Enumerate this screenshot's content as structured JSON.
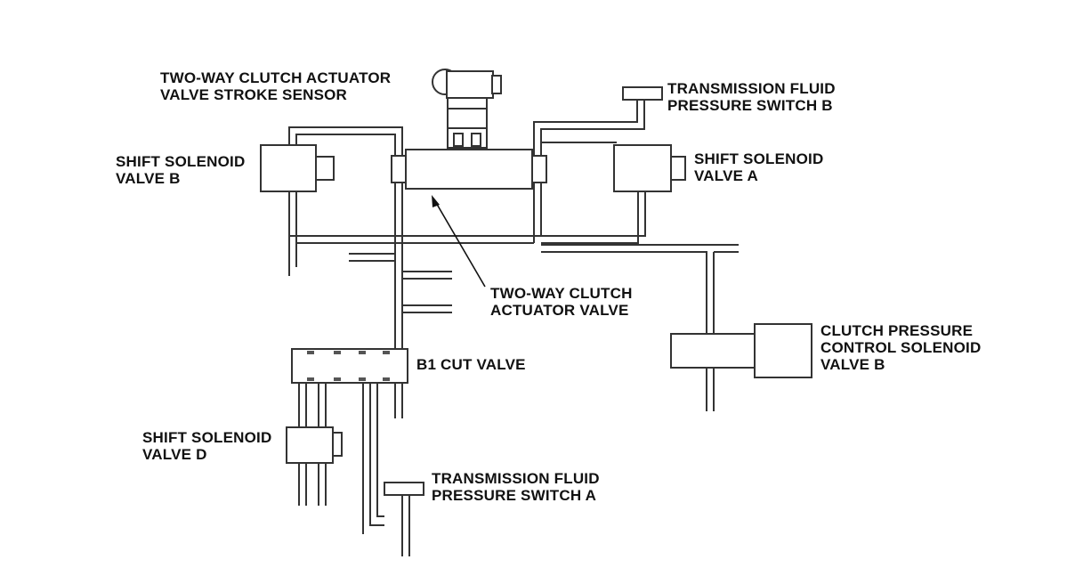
{
  "labels": {
    "stroke_sensor": [
      "TWO-WAY CLUTCH ACTUATOR",
      "VALVE STROKE SENSOR"
    ],
    "tfps_b": [
      "TRANSMISSION FLUID",
      "PRESSURE SWITCH B"
    ],
    "ssv_b": [
      "SHIFT SOLENOID",
      "VALVE B"
    ],
    "ssv_a": [
      "SHIFT SOLENOID",
      "VALVE A"
    ],
    "actuator_valve": [
      "TWO-WAY CLUTCH",
      "ACTUATOR VALVE"
    ],
    "cpc_b": [
      "CLUTCH PRESSURE",
      "CONTROL SOLENOID",
      "VALVE B"
    ],
    "b1_cut": [
      "B1 CUT VALVE"
    ],
    "ssv_d": [
      "SHIFT SOLENOID",
      "VALVE D"
    ],
    "tfps_a": [
      "TRANSMISSION FLUID",
      "PRESSURE SWITCH A"
    ]
  }
}
